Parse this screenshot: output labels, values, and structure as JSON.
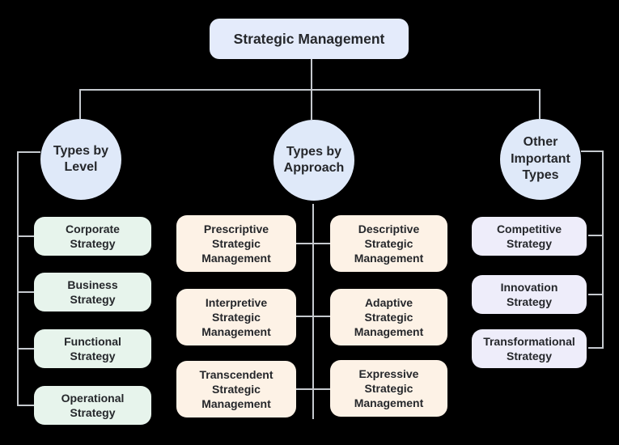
{
  "title": "Strategic Management",
  "branches": {
    "level": {
      "label": "Types by Level",
      "items": [
        "Corporate Strategy",
        "Business Strategy",
        "Functional Strategy",
        "Operational Strategy"
      ]
    },
    "approach": {
      "label": "Types by Approach",
      "left_items": [
        "Prescriptive Strategic Management",
        "Interpretive Strategic Management",
        "Transcendent Strategic Management"
      ],
      "right_items": [
        "Descriptive Strategic Management",
        "Adaptive Strategic Management",
        "Expressive Strategic Management"
      ]
    },
    "other": {
      "label": "Other Important Types",
      "items": [
        "Competitive Strategy",
        "Innovation Strategy",
        "Transformational Strategy"
      ]
    }
  },
  "colors": {
    "background": "#000000",
    "title_fill": "#e4ebfb",
    "circle_fill": "#dfe9f9",
    "level_fill": "#e7f4ec",
    "approach_fill": "#fdf2e6",
    "other_fill": "#eeedfa",
    "connector": "#c5c9ce",
    "text": "#25272b"
  }
}
